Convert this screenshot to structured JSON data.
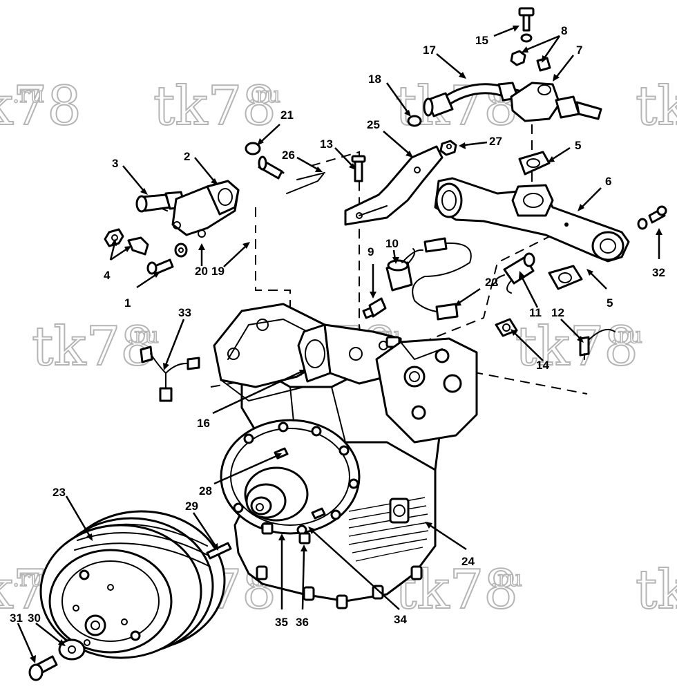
{
  "diagram": {
    "watermarks": [
      {
        "main": "tk78",
        "suffix": ".ru"
      },
      {
        "main": "tk78",
        "suffix": ".ru"
      },
      {
        "main": "tk78",
        "suffix": ".ru"
      },
      {
        "main": "tk78",
        "suffix": ".ru"
      },
      {
        "main": "tk78",
        "suffix": ".ru"
      },
      {
        "main": "tk78",
        "suffix": ".ru"
      },
      {
        "main": "tk78",
        "suffix": ".ru"
      },
      {
        "main": "tk78",
        "suffix": ".ru"
      },
      {
        "main": "tk78",
        "suffix": ".ru"
      },
      {
        "main": "tk78",
        "suffix": ".ru"
      },
      {
        "main": "tk78",
        "suffix": ".ru"
      }
    ],
    "callouts": [
      {
        "id": "1",
        "label": "1"
      },
      {
        "id": "2",
        "label": "2"
      },
      {
        "id": "3",
        "label": "3"
      },
      {
        "id": "4",
        "label": "4"
      },
      {
        "id": "5a",
        "label": "5"
      },
      {
        "id": "5b",
        "label": "5"
      },
      {
        "id": "6",
        "label": "6"
      },
      {
        "id": "7",
        "label": "7"
      },
      {
        "id": "8",
        "label": "8"
      },
      {
        "id": "9",
        "label": "9"
      },
      {
        "id": "10",
        "label": "10"
      },
      {
        "id": "11",
        "label": "11"
      },
      {
        "id": "12",
        "label": "12"
      },
      {
        "id": "13",
        "label": "13"
      },
      {
        "id": "14",
        "label": "14"
      },
      {
        "id": "15",
        "label": "15"
      },
      {
        "id": "16",
        "label": "16"
      },
      {
        "id": "17",
        "label": "17"
      },
      {
        "id": "18",
        "label": "18"
      },
      {
        "id": "19",
        "label": "19"
      },
      {
        "id": "20",
        "label": "20"
      },
      {
        "id": "21",
        "label": "21"
      },
      {
        "id": "22",
        "label": "22"
      },
      {
        "id": "23",
        "label": "23"
      },
      {
        "id": "24",
        "label": "24"
      },
      {
        "id": "25",
        "label": "25"
      },
      {
        "id": "26",
        "label": "26"
      },
      {
        "id": "27",
        "label": "27"
      },
      {
        "id": "28",
        "label": "28"
      },
      {
        "id": "29",
        "label": "29"
      },
      {
        "id": "30",
        "label": "30"
      },
      {
        "id": "31",
        "label": "31"
      },
      {
        "id": "32",
        "label": "32"
      },
      {
        "id": "33",
        "label": "33"
      },
      {
        "id": "34",
        "label": "34"
      },
      {
        "id": "35",
        "label": "35"
      },
      {
        "id": "36",
        "label": "36"
      }
    ]
  }
}
